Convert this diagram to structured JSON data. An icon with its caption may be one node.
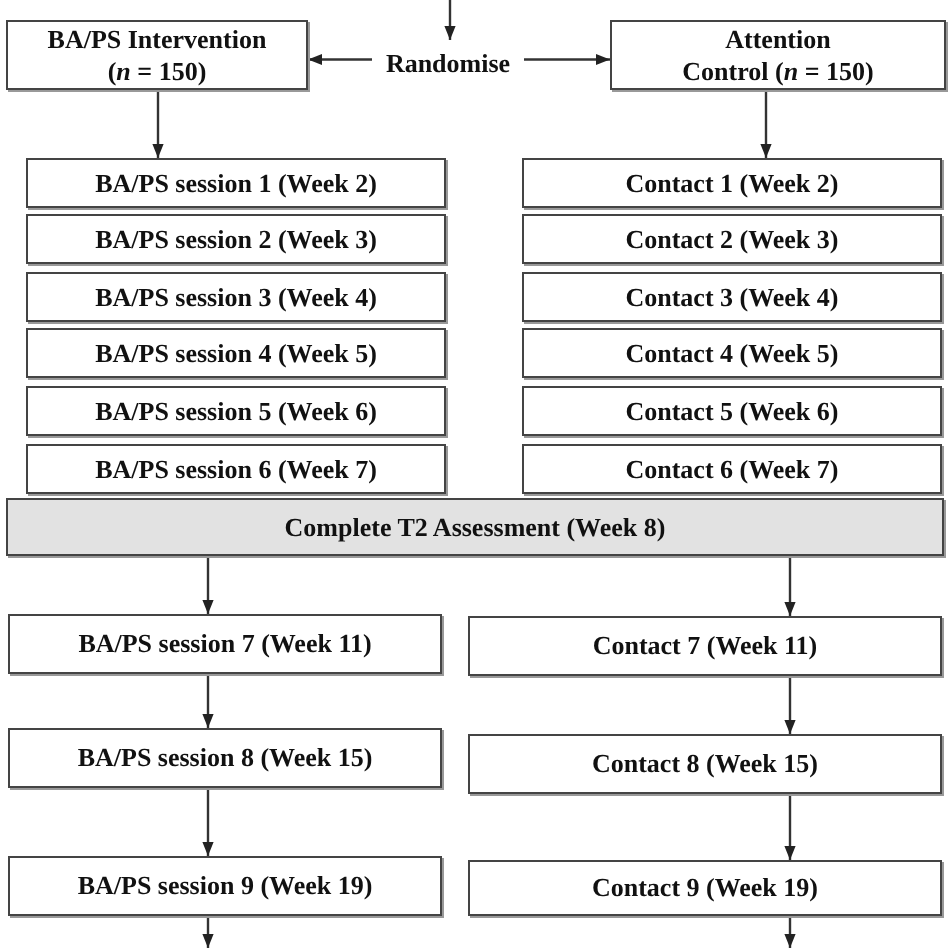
{
  "diagram": {
    "nodes": [
      {
        "text": [
          "BA/PS Intervention (*n* = 150)"
        ]
      },
      {
        "text": [
          "Randomise"
        ]
      },
      {
        "text": [
          "Attention Control (*n* = 150)"
        ]
      },
      {
        "text": [
          "BA/PS session 1 (Week 2)"
        ]
      },
      {
        "text": [
          "BA/PS session 2 (Week 3)"
        ]
      },
      {
        "text": [
          "BA/PS session 3 (Week 4)"
        ]
      },
      {
        "text": [
          "BA/PS session 4 (Week 5)"
        ]
      },
      {
        "text": [
          "BA/PS session 5 (Week 6)"
        ]
      },
      {
        "text": [
          "BA/PS session 6 (Week 7)"
        ]
      },
      {
        "text": [
          "Contact 1 (Week 2)"
        ]
      },
      {
        "text": [
          "Contact 2 (Week 3)"
        ]
      },
      {
        "text": [
          "Contact 3 (Week 4)"
        ]
      },
      {
        "text": [
          "Contact 4 (Week 5)"
        ]
      },
      {
        "text": [
          "Contact 5 (Week 6)"
        ]
      },
      {
        "text": [
          "Contact 6 (Week 7)"
        ]
      },
      {
        "text": [
          "Complete T2 Assessment (Week 8)"
        ]
      },
      {
        "text": [
          "BA/PS session 7 (Week 11)"
        ]
      },
      {
        "text": [
          "BA/PS session 8 (Week 15)"
        ]
      },
      {
        "text": [
          "BA/PS session 9 (Week 19)"
        ]
      },
      {
        "text": [
          "Contact 7 (Week 11)"
        ]
      },
      {
        "text": [
          "Contact 8 (Week 15)"
        ]
      },
      {
        "text": [
          "Contact 9 (Week 19)"
        ]
      }
    ],
    "edges": [
      {
        "from": null,
        "to": 1,
        "arrow": "to"
      },
      {
        "from": 1,
        "to": 0,
        "arrow": "to"
      },
      {
        "from": 1,
        "to": 2,
        "arrow": "to"
      },
      {
        "from": 0,
        "to": 3,
        "arrow": "to"
      },
      {
        "from": 2,
        "to": 9,
        "arrow": "to"
      },
      {
        "from": 15,
        "to": 16,
        "arrow": "to"
      },
      {
        "from": 15,
        "to": 19,
        "arrow": "to"
      },
      {
        "from": 16,
        "to": 17,
        "arrow": "to"
      },
      {
        "from": 17,
        "to": 18,
        "arrow": "to"
      },
      {
        "from": 19,
        "to": 20,
        "arrow": "to"
      },
      {
        "from": 20,
        "to": 21,
        "arrow": "to"
      },
      {
        "from": 18,
        "to": null,
        "arrow": "to"
      },
      {
        "from": 21,
        "to": null,
        "arrow": "to"
      }
    ]
  }
}
